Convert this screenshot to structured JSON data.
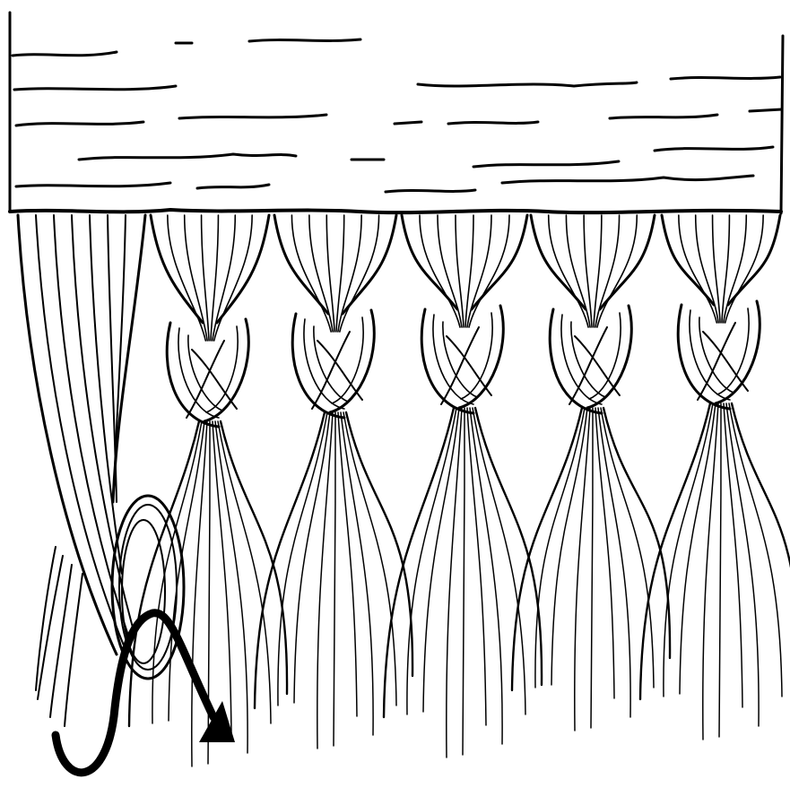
{
  "figure": {
    "subject": "fringe-knotting-illustration",
    "colors": {
      "ink": "#000000",
      "paper": "#ffffff"
    },
    "tassels": [
      {
        "id": 1,
        "state": "being-knotted"
      },
      {
        "id": 2,
        "state": "knotted"
      },
      {
        "id": 3,
        "state": "knotted"
      },
      {
        "id": 4,
        "state": "knotted"
      },
      {
        "id": 5,
        "state": "knotted"
      },
      {
        "id": 6,
        "state": "knotted"
      }
    ],
    "arrow": {
      "icon": "curved-direction-arrow",
      "direction": "down-right"
    }
  }
}
